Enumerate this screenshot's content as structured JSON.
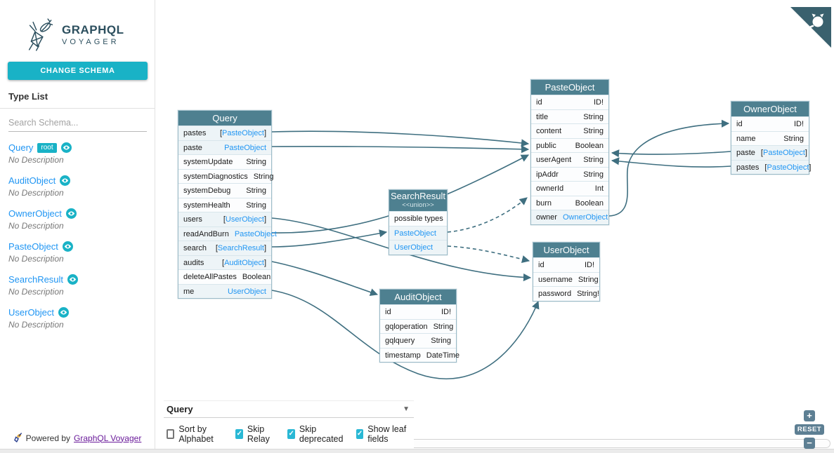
{
  "colors": {
    "accent": "#19b2c6",
    "link": "#2196f3",
    "node_header": "#4e8090",
    "edge": "#3f6f80",
    "checkbox_checked": "#29b8d5",
    "zoom_button": "#5d7f93",
    "github_corner": "#3a616e",
    "powered_link": "#6a1b9a"
  },
  "sidebar": {
    "logo_title": "GRAPHQL",
    "logo_subtitle": "VOYAGER",
    "change_schema_label": "CHANGE SCHEMA",
    "type_list_title": "Type List",
    "search_placeholder": "Search Schema...",
    "types": [
      {
        "name": "Query",
        "badge": "root",
        "description": "No Description"
      },
      {
        "name": "AuditObject",
        "badge": null,
        "description": "No Description"
      },
      {
        "name": "OwnerObject",
        "badge": null,
        "description": "No Description"
      },
      {
        "name": "PasteObject",
        "badge": null,
        "description": "No Description"
      },
      {
        "name": "SearchResult",
        "badge": null,
        "description": "No Description"
      },
      {
        "name": "UserObject",
        "badge": null,
        "description": "No Description"
      }
    ],
    "powered_by_text": "Powered by",
    "powered_by_link": "GraphQL Voyager"
  },
  "toolbar": {
    "root_selector_value": "Query",
    "checkboxes": [
      {
        "label": "Sort by Alphabet",
        "checked": false
      },
      {
        "label": "Skip Relay",
        "checked": true
      },
      {
        "label": "Skip deprecated",
        "checked": true
      },
      {
        "label": "Show leaf fields",
        "checked": true
      }
    ]
  },
  "zoom_controls": {
    "zoom_in": "+",
    "reset": "RESET",
    "zoom_out": "−"
  },
  "nodes": [
    {
      "title": "Query",
      "subtitle": null,
      "rows": [
        {
          "left": "pastes",
          "right": "[PasteObject]",
          "right_link": true
        },
        {
          "left": "paste",
          "right": "PasteObject",
          "right_link": true
        },
        {
          "left": "systemUpdate",
          "right": "String",
          "right_link": false
        },
        {
          "left": "systemDiagnostics",
          "right": "String",
          "right_link": false
        },
        {
          "left": "systemDebug",
          "right": "String",
          "right_link": false
        },
        {
          "left": "systemHealth",
          "right": "String",
          "right_link": false
        },
        {
          "left": "users",
          "right": "[UserObject]",
          "right_link": true
        },
        {
          "left": "readAndBurn",
          "right": "PasteObject",
          "right_link": true
        },
        {
          "left": "search",
          "right": "[SearchResult]",
          "right_link": true
        },
        {
          "left": "audits",
          "right": "[AuditObject]",
          "right_link": true
        },
        {
          "left": "deleteAllPastes",
          "right": "Boolean",
          "right_link": false
        },
        {
          "left": "me",
          "right": "UserObject",
          "right_link": true
        }
      ]
    },
    {
      "title": "PasteObject",
      "subtitle": null,
      "rows": [
        {
          "left": "id",
          "right": "ID!",
          "right_link": false
        },
        {
          "left": "title",
          "right": "String",
          "right_link": false
        },
        {
          "left": "content",
          "right": "String",
          "right_link": false
        },
        {
          "left": "public",
          "right": "Boolean",
          "right_link": false
        },
        {
          "left": "userAgent",
          "right": "String",
          "right_link": false
        },
        {
          "left": "ipAddr",
          "right": "String",
          "right_link": false
        },
        {
          "left": "ownerId",
          "right": "Int",
          "right_link": false
        },
        {
          "left": "burn",
          "right": "Boolean",
          "right_link": false
        },
        {
          "left": "owner",
          "right": "OwnerObject",
          "right_link": true
        }
      ]
    },
    {
      "title": "OwnerObject",
      "subtitle": null,
      "rows": [
        {
          "left": "id",
          "right": "ID!",
          "right_link": false
        },
        {
          "left": "name",
          "right": "String",
          "right_link": false
        },
        {
          "left": "paste",
          "right": "[PasteObject]",
          "right_link": true
        },
        {
          "left": "pastes",
          "right": "[PasteObject]",
          "right_link": true
        }
      ]
    },
    {
      "title": "SearchResult",
      "subtitle": "<<union>>",
      "rows": [
        {
          "left": "possible types",
          "right": null,
          "left_link": false
        },
        {
          "left": "PasteObject",
          "right": null,
          "left_link": true
        },
        {
          "left": "UserObject",
          "right": null,
          "left_link": true
        }
      ]
    },
    {
      "title": "UserObject",
      "subtitle": null,
      "rows": [
        {
          "left": "id",
          "right": "ID!",
          "right_link": false
        },
        {
          "left": "username",
          "right": "String",
          "right_link": false
        },
        {
          "left": "password",
          "right": "String!",
          "right_link": false
        }
      ]
    },
    {
      "title": "AuditObject",
      "subtitle": null,
      "rows": [
        {
          "left": "id",
          "right": "ID!",
          "right_link": false
        },
        {
          "left": "gqloperation",
          "right": "String",
          "right_link": false
        },
        {
          "left": "gqlquery",
          "right": "String",
          "right_link": false
        },
        {
          "left": "timestamp",
          "right": "DateTime",
          "right_link": false
        }
      ]
    }
  ],
  "edges": [
    {
      "id": "query-pastes",
      "from": "Query.pastes",
      "to": "PasteObject",
      "dashed": false
    },
    {
      "id": "query-paste",
      "from": "Query.paste",
      "to": "PasteObject",
      "dashed": false
    },
    {
      "id": "query-users",
      "from": "Query.users",
      "to": "UserObject",
      "dashed": false
    },
    {
      "id": "query-readandburn",
      "from": "Query.readAndBurn",
      "to": "PasteObject",
      "dashed": false
    },
    {
      "id": "query-search",
      "from": "Query.search",
      "to": "SearchResult",
      "dashed": false
    },
    {
      "id": "query-audits",
      "from": "Query.audits",
      "to": "AuditObject",
      "dashed": false
    },
    {
      "id": "query-me",
      "from": "Query.me",
      "to": "UserObject",
      "dashed": false
    },
    {
      "id": "union-pasteobject",
      "from": "SearchResult.PasteObject",
      "to": "PasteObject",
      "dashed": true
    },
    {
      "id": "union-userobject",
      "from": "SearchResult.UserObject",
      "to": "UserObject",
      "dashed": true
    },
    {
      "id": "paste-owner",
      "from": "PasteObject.owner",
      "to": "OwnerObject",
      "dashed": false
    },
    {
      "id": "owner-paste",
      "from": "OwnerObject.paste",
      "to": "PasteObject",
      "dashed": false
    },
    {
      "id": "owner-pastes",
      "from": "OwnerObject.pastes",
      "to": "PasteObject",
      "dashed": false
    }
  ]
}
